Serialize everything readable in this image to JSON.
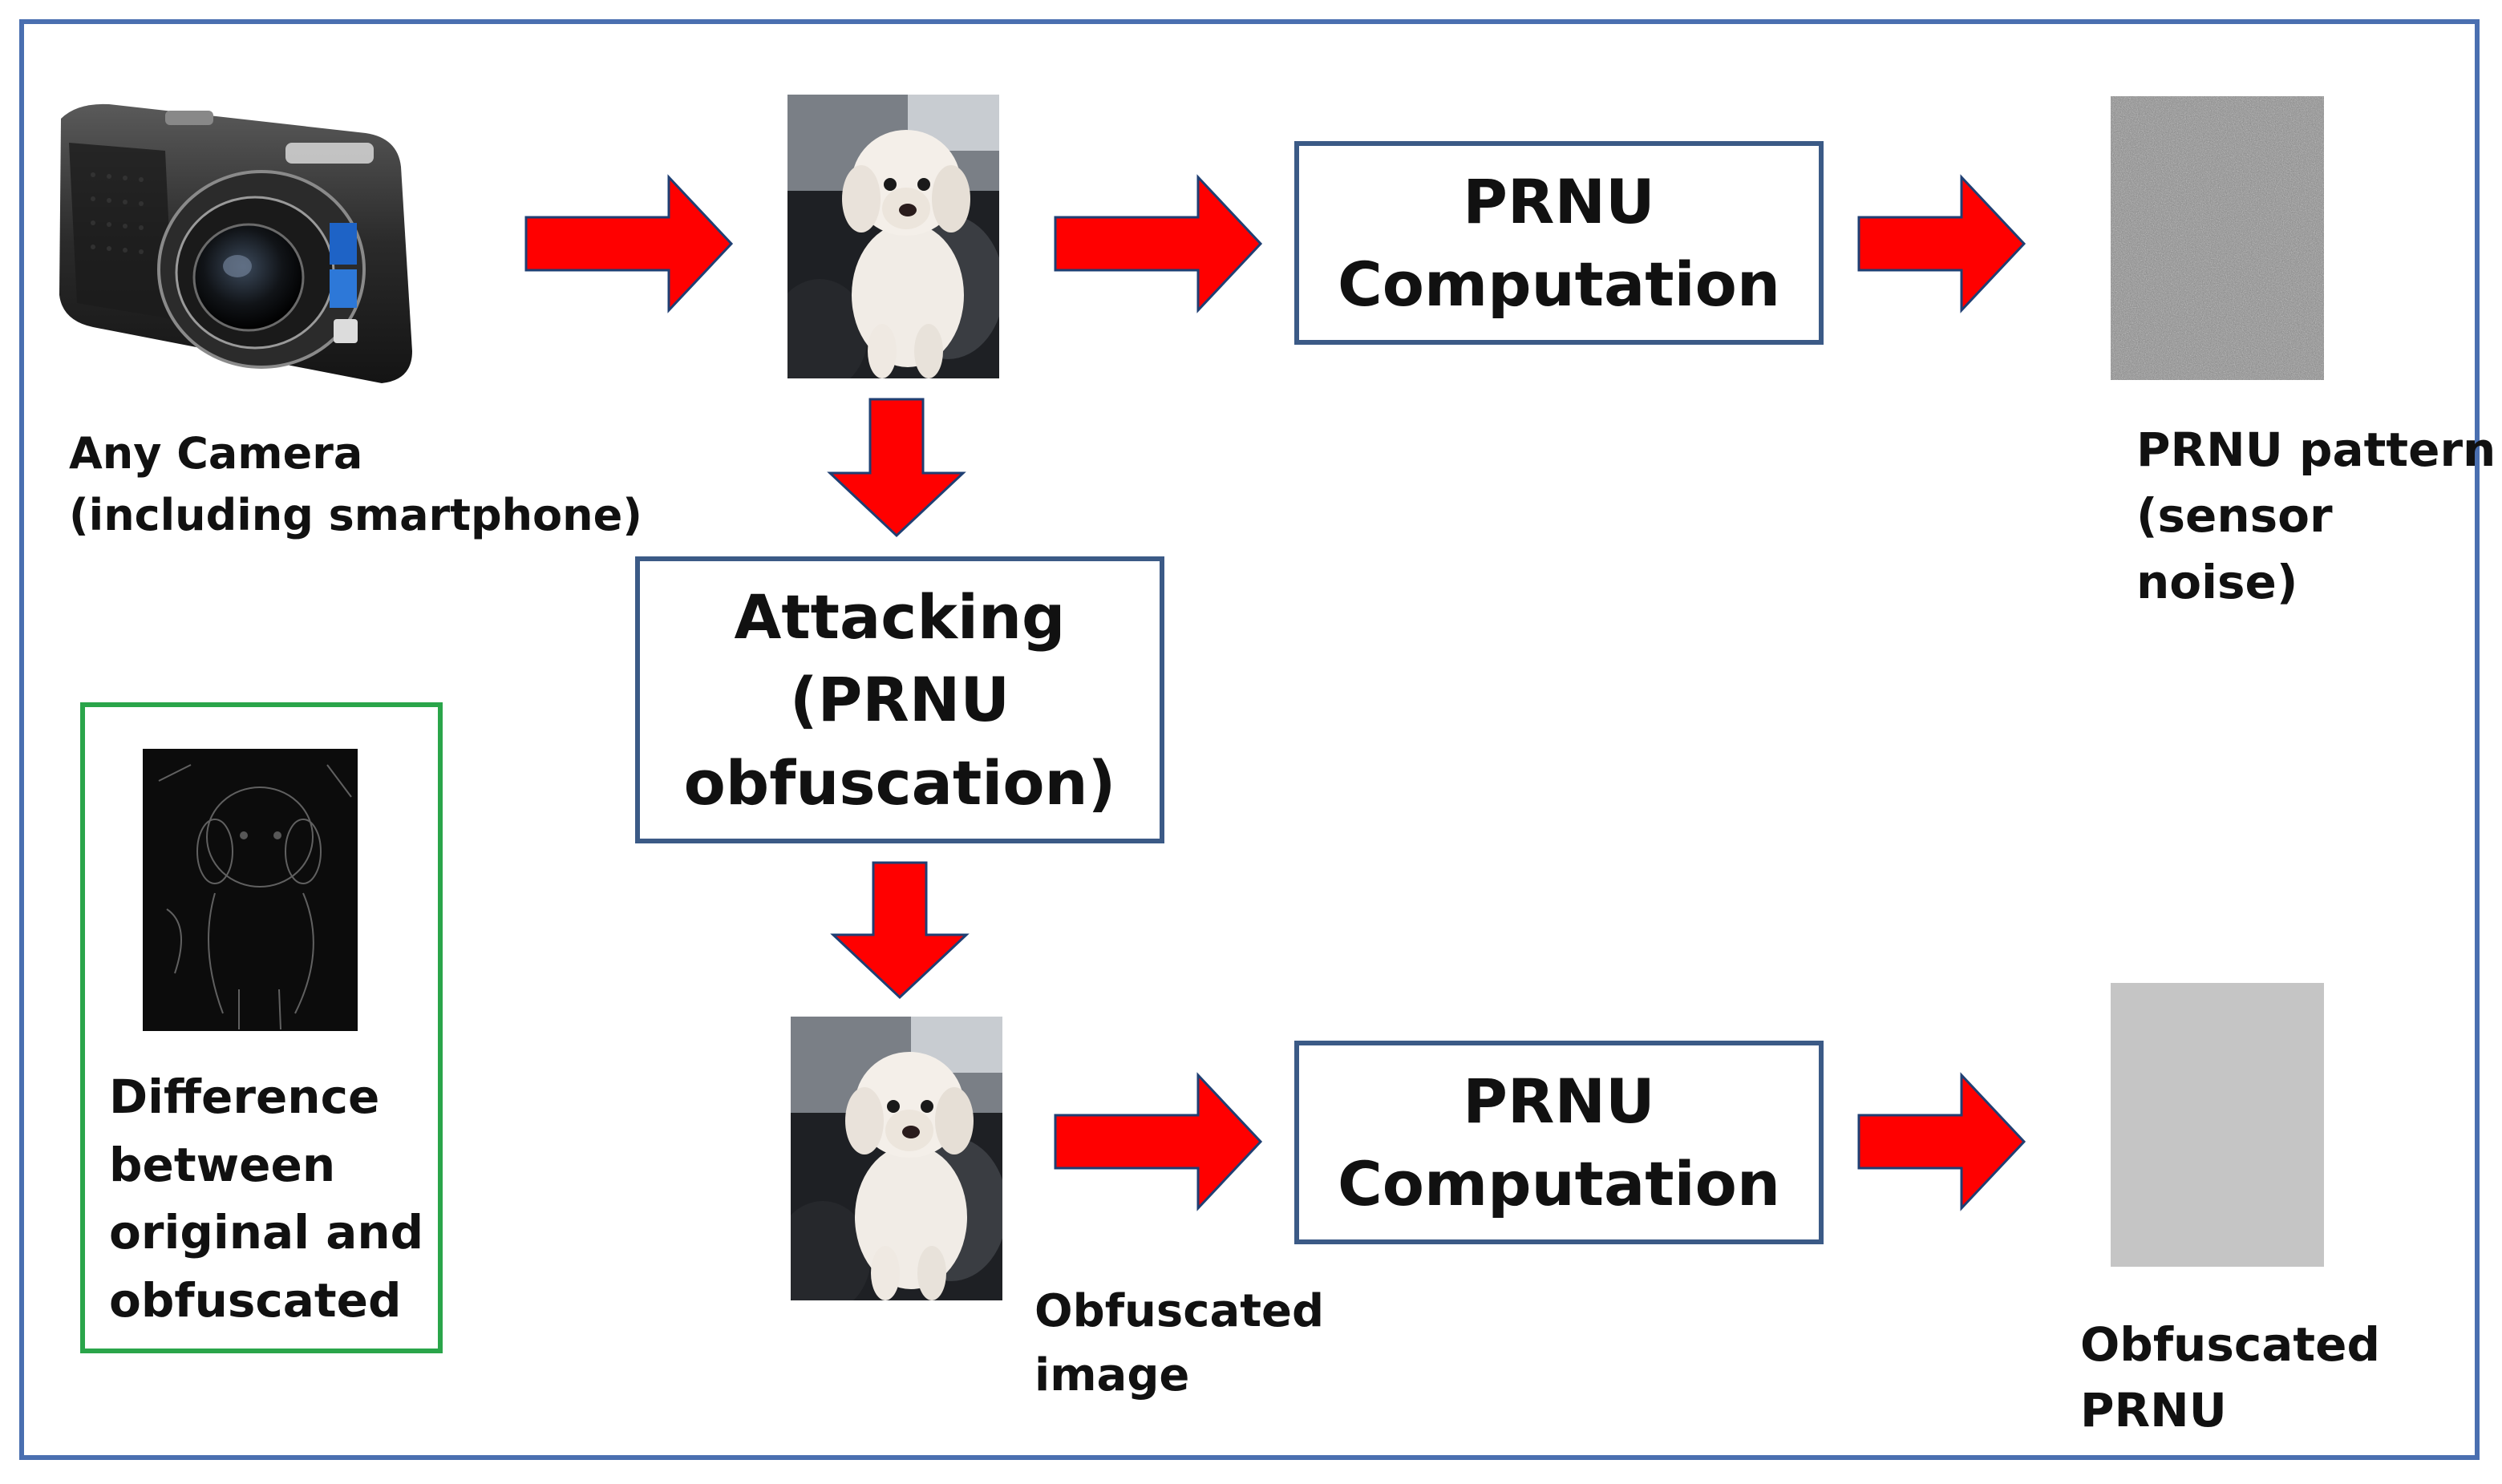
{
  "colors": {
    "frame": "#4a6fb0",
    "box_border": "#3b5a86",
    "arrow_fill": "#ff0000",
    "arrow_stroke": "#1f3f73",
    "legend_border": "#2aa54a"
  },
  "nodes": {
    "camera": {
      "icon": "camera-icon",
      "label": "Any Camera\n(including smartphone)"
    },
    "original_image": {
      "icon": "dog-photo-icon"
    },
    "prnu_top": {
      "label": "PRNU\nComputation"
    },
    "prnu_pattern": {
      "icon": "noise-pattern-icon",
      "label": "PRNU pattern\n(sensor noise)"
    },
    "attacking": {
      "label": "Attacking\n(PRNU\nobfuscation)"
    },
    "obfuscated_image": {
      "icon": "dog-photo-icon",
      "label": "Obfuscated\nimage"
    },
    "prnu_bottom": {
      "label": "PRNU\nComputation"
    },
    "obfuscated_prnu": {
      "icon": "flat-gray-pattern-icon",
      "label": "Obfuscated\nPRNU"
    },
    "difference": {
      "icon": "difference-image-icon",
      "label": "Difference\nbetween\noriginal and\nobfuscated"
    }
  },
  "edges": [
    {
      "from": "camera",
      "to": "original_image"
    },
    {
      "from": "original_image",
      "to": "prnu_top"
    },
    {
      "from": "prnu_top",
      "to": "prnu_pattern"
    },
    {
      "from": "original_image",
      "to": "attacking"
    },
    {
      "from": "attacking",
      "to": "obfuscated_image"
    },
    {
      "from": "obfuscated_image",
      "to": "prnu_bottom"
    },
    {
      "from": "prnu_bottom",
      "to": "obfuscated_prnu"
    }
  ]
}
